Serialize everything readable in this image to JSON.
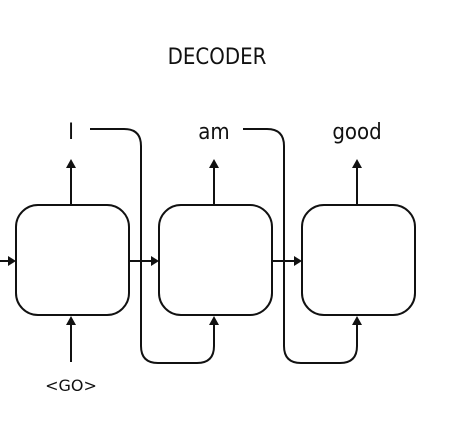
{
  "title": "DECODER",
  "outputs": [
    "I",
    "am",
    "good"
  ],
  "start_token": "<GO>",
  "colors": {
    "line": "#111111",
    "background": "#ffffff"
  }
}
